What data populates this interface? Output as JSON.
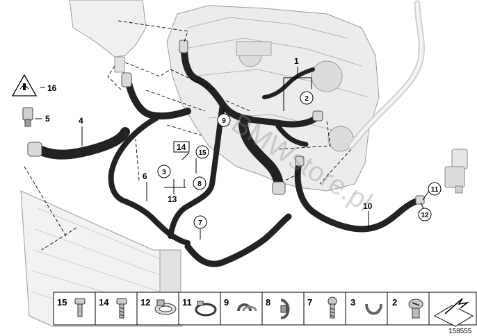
{
  "callouts": [
    {
      "id": "c1",
      "text": "1"
    },
    {
      "id": "c2",
      "text": "2"
    },
    {
      "id": "c3",
      "text": "3"
    },
    {
      "id": "c4",
      "text": "4"
    },
    {
      "id": "c5",
      "text": "5"
    },
    {
      "id": "c6",
      "text": "6"
    },
    {
      "id": "c7",
      "text": "7"
    },
    {
      "id": "c8",
      "text": "8"
    },
    {
      "id": "c9",
      "text": "9"
    },
    {
      "id": "c10",
      "text": "10"
    },
    {
      "id": "c11",
      "text": "11"
    },
    {
      "id": "c12",
      "text": "12"
    },
    {
      "id": "c13",
      "text": "13"
    },
    {
      "id": "c14",
      "text": "14"
    },
    {
      "id": "c15",
      "text": "15"
    },
    {
      "id": "c16",
      "text": "16"
    }
  ],
  "legend": [
    {
      "num": "15",
      "icon": "bolt-head-icon"
    },
    {
      "num": "14",
      "icon": "bolt-icon"
    },
    {
      "num": "12",
      "icon": "hose-clamp-icon"
    },
    {
      "num": "11",
      "icon": "clamp-band-icon"
    },
    {
      "num": "9",
      "icon": "clip-icon"
    },
    {
      "num": "8",
      "icon": "clip-icon"
    },
    {
      "num": "7",
      "icon": "screw-icon"
    },
    {
      "num": "3",
      "icon": "clip-icon"
    },
    {
      "num": "2",
      "icon": "screw-plug-icon"
    },
    {
      "num": "",
      "icon": "arrow-sheet-icon"
    }
  ],
  "watermark": "BMWstore.pl",
  "diagram_id": "158555",
  "colors": {
    "hose": "#222222",
    "engine": "#e6e6e6",
    "line": "#000000"
  }
}
